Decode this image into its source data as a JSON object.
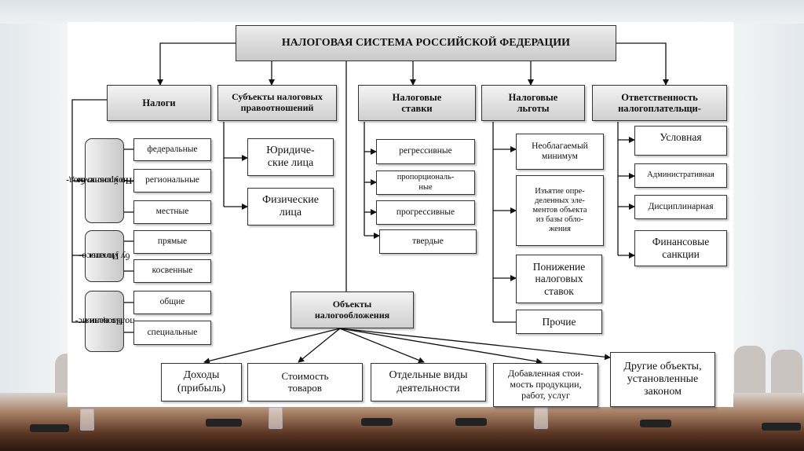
{
  "title": "НАЛОГОВАЯ СИСТЕМА РОССИЙСКОЙ ФЕДЕРАЦИИ",
  "categories": {
    "taxes": "Налоги",
    "subjects": "Субъекты налоговых правоотношений",
    "rates": "Налоговые ставки",
    "benefits": "Налоговые льготы",
    "responsibility": "Ответственность налогоплательщи-"
  },
  "taxes": {
    "group1_label_line1": "По уровню бюд-",
    "group1_label_line2": "жетной системы",
    "group1": [
      "федеральные",
      "региональные",
      "местные"
    ],
    "group2_label_line1": "По спосо-",
    "group2_label_line2": "бу уплаты",
    "group2": [
      "прямые",
      "косвенные"
    ],
    "group3_label_line1": "По цели ис-",
    "group3_label_line2": "пользования",
    "group3": [
      "общие",
      "специальные"
    ]
  },
  "subjects": {
    "legal_line1": "Юридиче-",
    "legal_line2": "ские лица",
    "physical_line1": "Физические",
    "physical_line2": "лица"
  },
  "rates": {
    "regressive": "регрессивные",
    "proportional_line1": "пропорциональ-",
    "proportional_line2": "ные",
    "progressive": "прогрессивные",
    "fixed": "твердые"
  },
  "benefits": {
    "minimum_line1": "Необлагаемый",
    "minimum_line2": "минимум",
    "exemption_line1": "Изъятие опре-",
    "exemption_line2": "деленных эле-",
    "exemption_line3": "ментов объекта",
    "exemption_line4": "из базы обло-",
    "exemption_line5": "жения",
    "reduction_line1": "Понижение",
    "reduction_line2": "налоговых",
    "reduction_line3": "ставок",
    "other": "Прочие"
  },
  "responsibility": {
    "conditional": "Условная",
    "administrative": "Административная",
    "disciplinary": "Дисциплинарная",
    "financial_line1": "Финансовые",
    "financial_line2": "санкции"
  },
  "objects": {
    "title_line1": "Объекты",
    "title_line2": "налогообложения",
    "income_line1": "Доходы",
    "income_line2": "(прибыль)",
    "goods_line1": "Стоимость",
    "goods_line2": "товаров",
    "activities_line1": "Отдельные виды",
    "activities_line2": "деятельности",
    "added_line1": "Добавленная стои-",
    "added_line2": "мость продукции,",
    "added_line3": "работ, услуг",
    "other_line1": "Другие объекты,",
    "other_line2": "установленные",
    "other_line3": "законом"
  }
}
